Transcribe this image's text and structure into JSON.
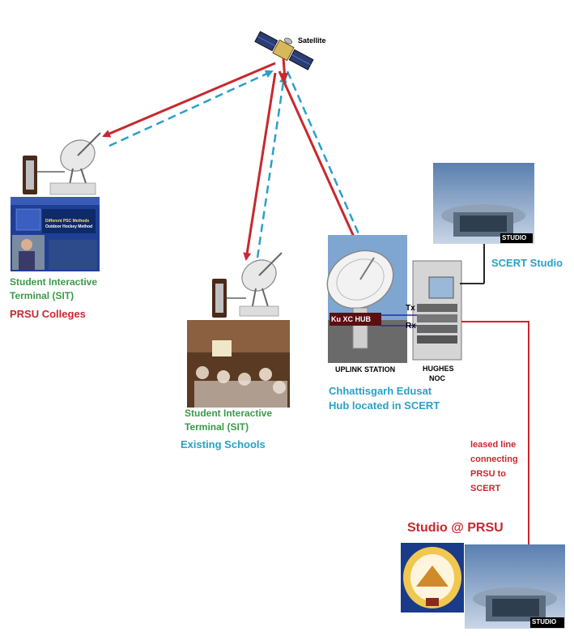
{
  "satellite": {
    "label": "Satellite"
  },
  "prsu_colleges": {
    "terminal_label_line1": "Student Interactive",
    "terminal_label_line2": "Terminal (SIT)",
    "site_label": "PRSU Colleges",
    "screen_text_line1": "Different PSC Methods",
    "screen_text_line2": "Outdoor Hockey Method"
  },
  "existing_schools": {
    "terminal_label_line1": "Student Interactive",
    "terminal_label_line2": "Terminal (SIT)",
    "site_label": "Existing Schools"
  },
  "hub": {
    "ku_label": "Ku XC HUB",
    "uplink_label": "UPLINK STATION",
    "tx_label": "Tx",
    "rx_label": "Rx",
    "noc_line1": "HUGHES",
    "noc_line2": "NOC",
    "caption_line1": "Chhattisgarh Edusat",
    "caption_line2": "Hub located in SCERT"
  },
  "scert_studio": {
    "label": "SCERT Studio",
    "badge": "STUDIO"
  },
  "leased_line": {
    "line1": "leased line",
    "line2": "connecting",
    "line3": "PRSU to",
    "line4": "SCERT"
  },
  "prsu_studio": {
    "label": "Studio @ PRSU",
    "badge": "STUDIO"
  },
  "colors": {
    "uplink_red": "#c8282e",
    "downlink_blue": "#2aa0c8",
    "label_green": "#3a9a4a"
  }
}
